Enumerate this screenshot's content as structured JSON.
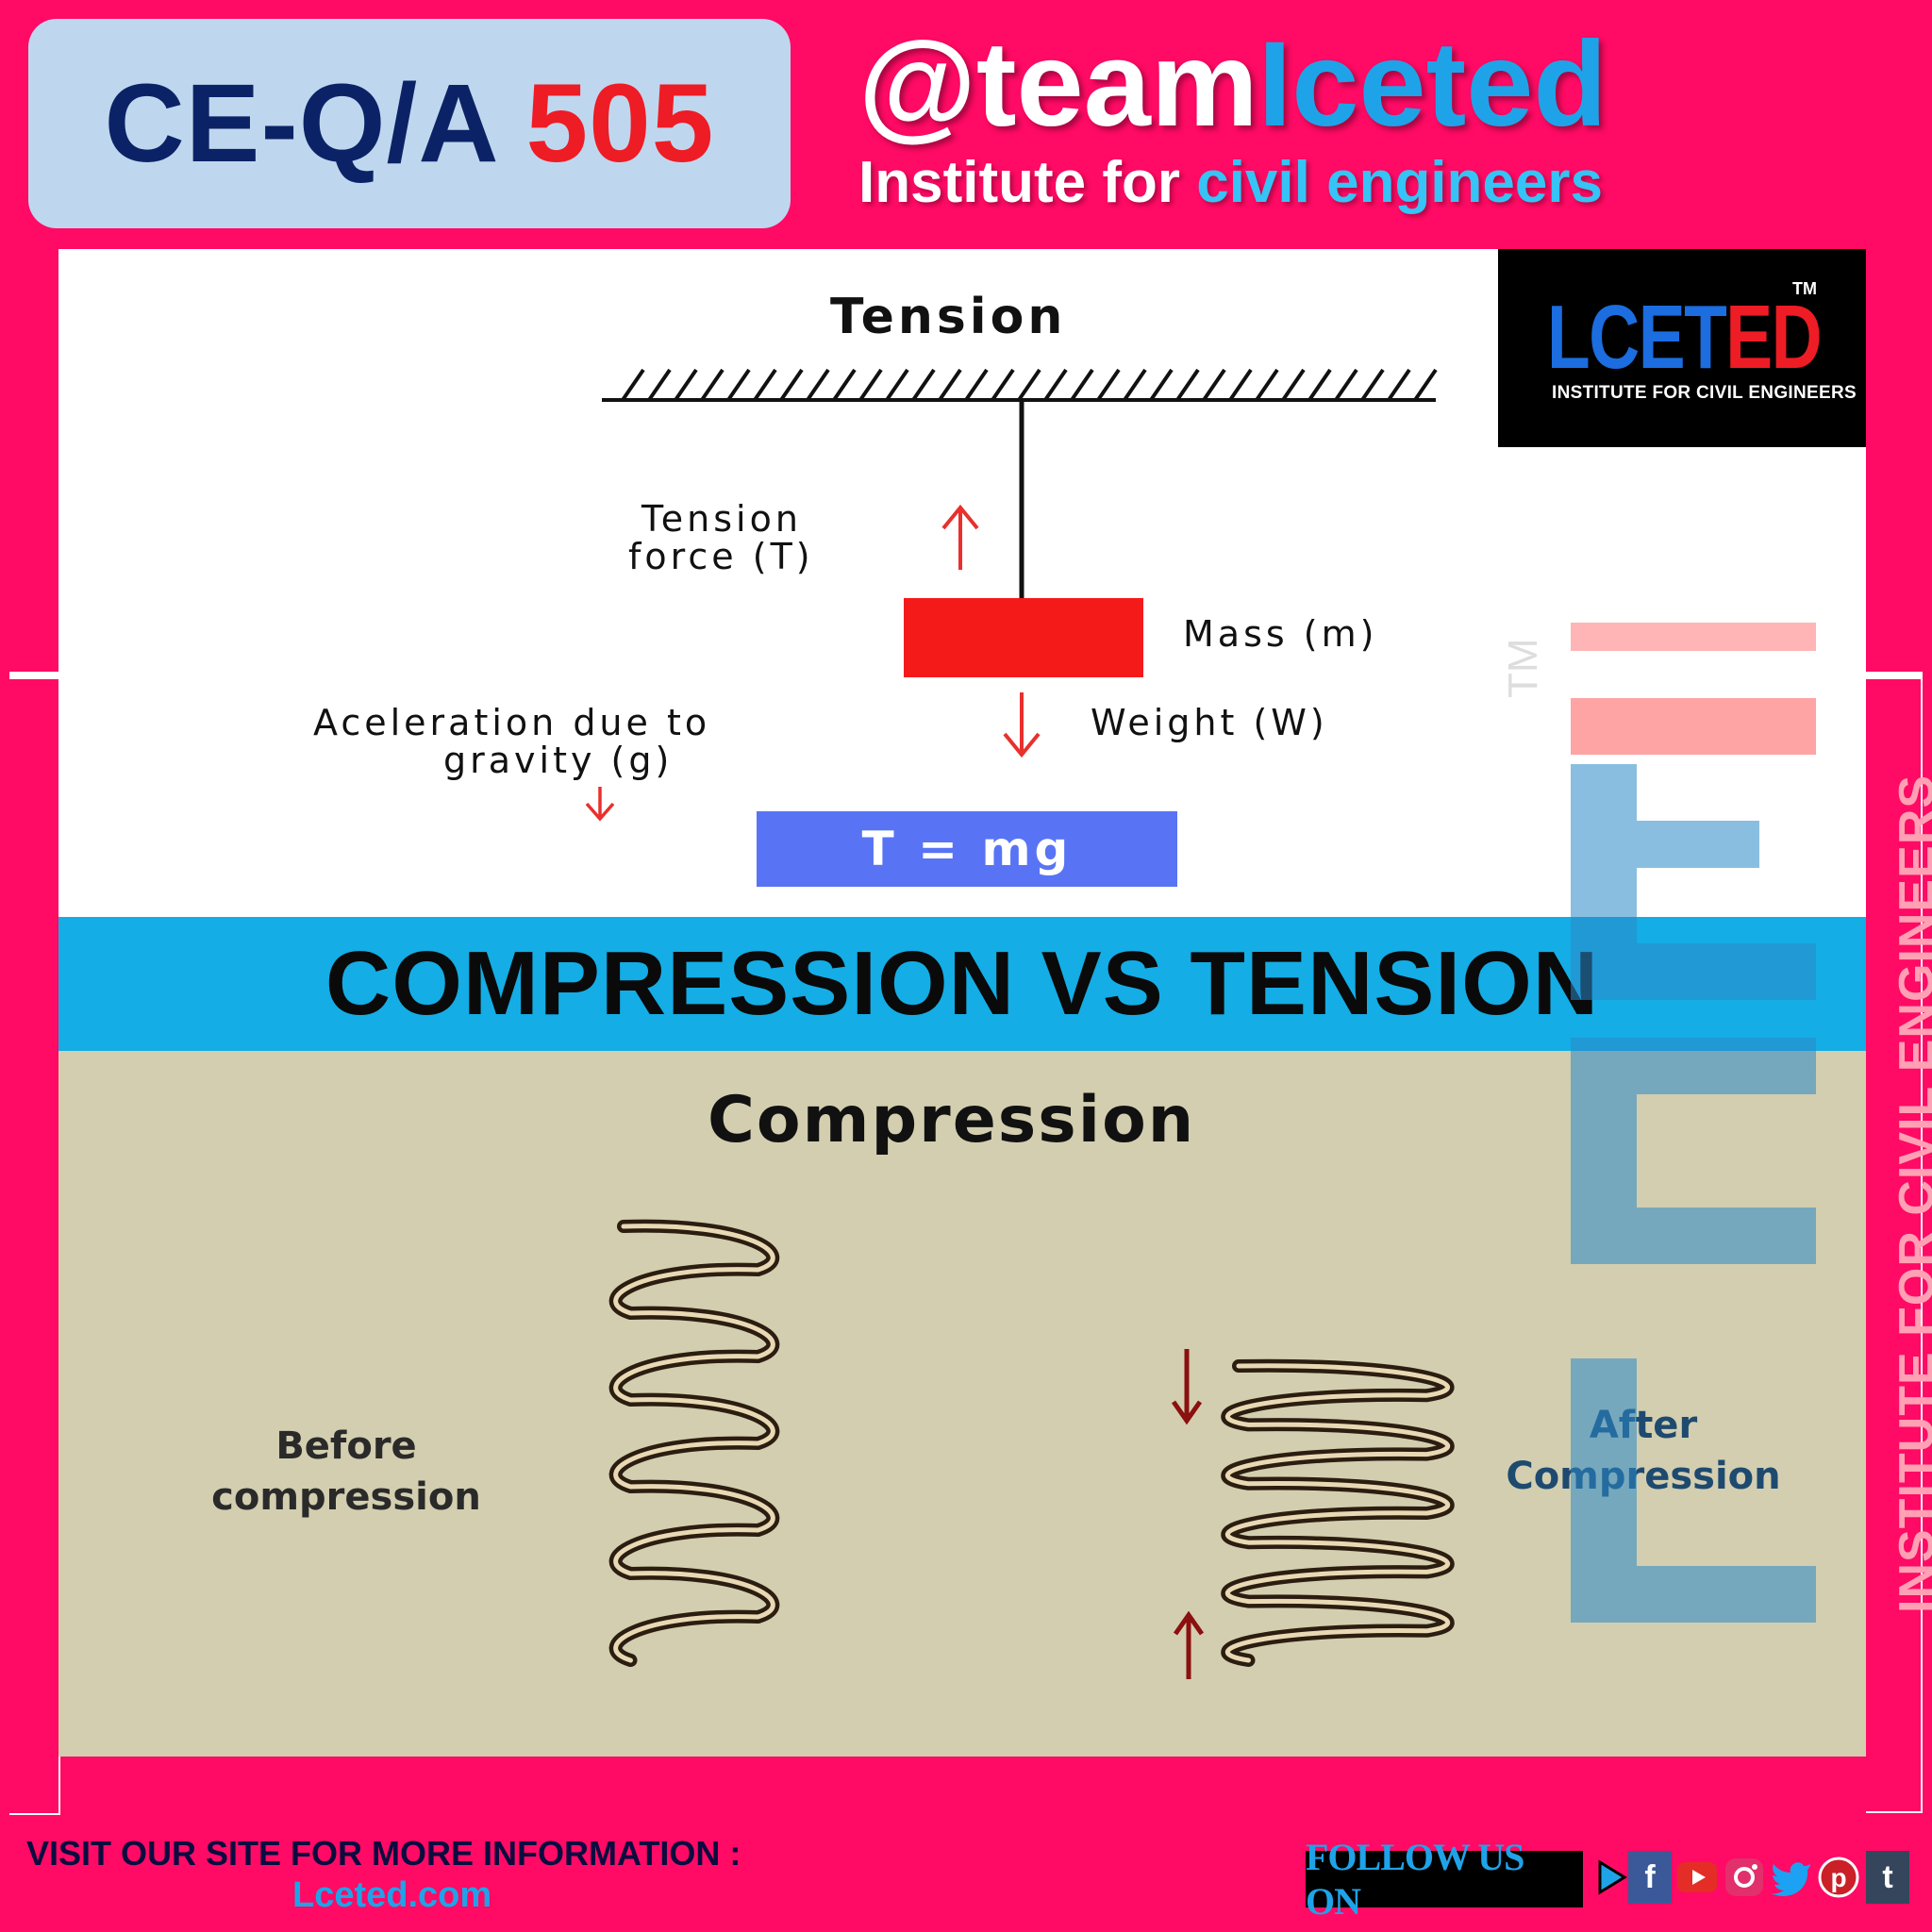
{
  "header": {
    "badge_prefix": "CE-Q/A",
    "badge_number": "505",
    "handle_prefix": "@team",
    "handle_highlight": "Iceted",
    "tagline_prefix": "Institute for",
    "tagline_highlight": "civil engineers"
  },
  "logo": {
    "main_blue": "LCET",
    "main_red": "ED",
    "tm": "TM",
    "subtitle": "INSTITUTE FOR CIVIL ENGINEERS"
  },
  "tension_diagram": {
    "title": "Tension",
    "tension_force_line1": "Tension",
    "tension_force_line2": "force (T)",
    "mass_label": "Mass (m)",
    "gravity_line1": "Aceleration due to",
    "gravity_line2": "gravity (g)",
    "weight_label": "Weight (W)",
    "formula": "T = mg"
  },
  "banner": {
    "title": "COMPRESSION VS TENSION"
  },
  "compression_diagram": {
    "title": "Compression",
    "before_line1": "Before",
    "before_line2": "compression",
    "after_line1": "After",
    "after_line2": "Compression"
  },
  "watermark": {
    "side_text": "INSTITUTE FOR CIVIL ENGINEERS",
    "tm": "TM"
  },
  "footer": {
    "visit_text": "VISIT OUR SITE FOR MORE INFORMATION :",
    "site_link": "Lceted.com",
    "follow_text": "FOLLOW US ON",
    "social_icons": [
      "play-icon",
      "facebook-icon",
      "youtube-icon",
      "instagram-icon",
      "twitter-icon",
      "pinterest-icon",
      "tumblr-icon"
    ]
  },
  "colors": {
    "background": "#ff0a64",
    "badge_bg": "#bfd7ee",
    "navy": "#0b2366",
    "accent_red": "#ee1c25",
    "accent_blue": "#1fa3e8",
    "banner_blue": "#14ade5",
    "compression_bg": "#d3ceaf",
    "formula_bg": "#5874f5"
  }
}
